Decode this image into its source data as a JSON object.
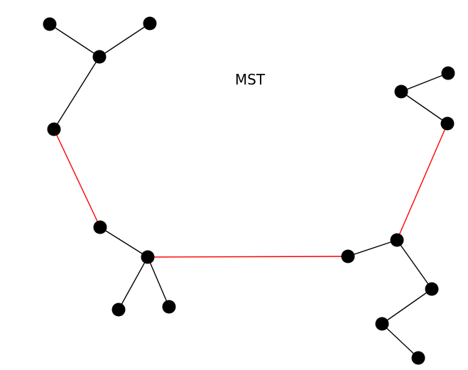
{
  "title": "MST",
  "colors": {
    "node": "#000000",
    "edge": "#000000",
    "highlight_edge": "#ff0000",
    "background": "#ffffff"
  },
  "graph": {
    "nodes": [
      "a",
      "b",
      "c",
      "d",
      "e",
      "f",
      "g",
      "h",
      "i",
      "j",
      "k",
      "l",
      "m",
      "n",
      "o",
      "p"
    ],
    "edges": [
      {
        "from": "a",
        "to": "c",
        "highlight": false
      },
      {
        "from": "b",
        "to": "c",
        "highlight": false
      },
      {
        "from": "c",
        "to": "d",
        "highlight": false
      },
      {
        "from": "d",
        "to": "e",
        "highlight": true
      },
      {
        "from": "e",
        "to": "f",
        "highlight": false
      },
      {
        "from": "f",
        "to": "g",
        "highlight": false
      },
      {
        "from": "f",
        "to": "h",
        "highlight": false
      },
      {
        "from": "f",
        "to": "i",
        "highlight": true
      },
      {
        "from": "i",
        "to": "j",
        "highlight": false
      },
      {
        "from": "j",
        "to": "k",
        "highlight": true
      },
      {
        "from": "k",
        "to": "l",
        "highlight": false
      },
      {
        "from": "l",
        "to": "m",
        "highlight": false
      },
      {
        "from": "j",
        "to": "n",
        "highlight": false
      },
      {
        "from": "n",
        "to": "o",
        "highlight": false
      },
      {
        "from": "o",
        "to": "p",
        "highlight": false
      }
    ]
  }
}
